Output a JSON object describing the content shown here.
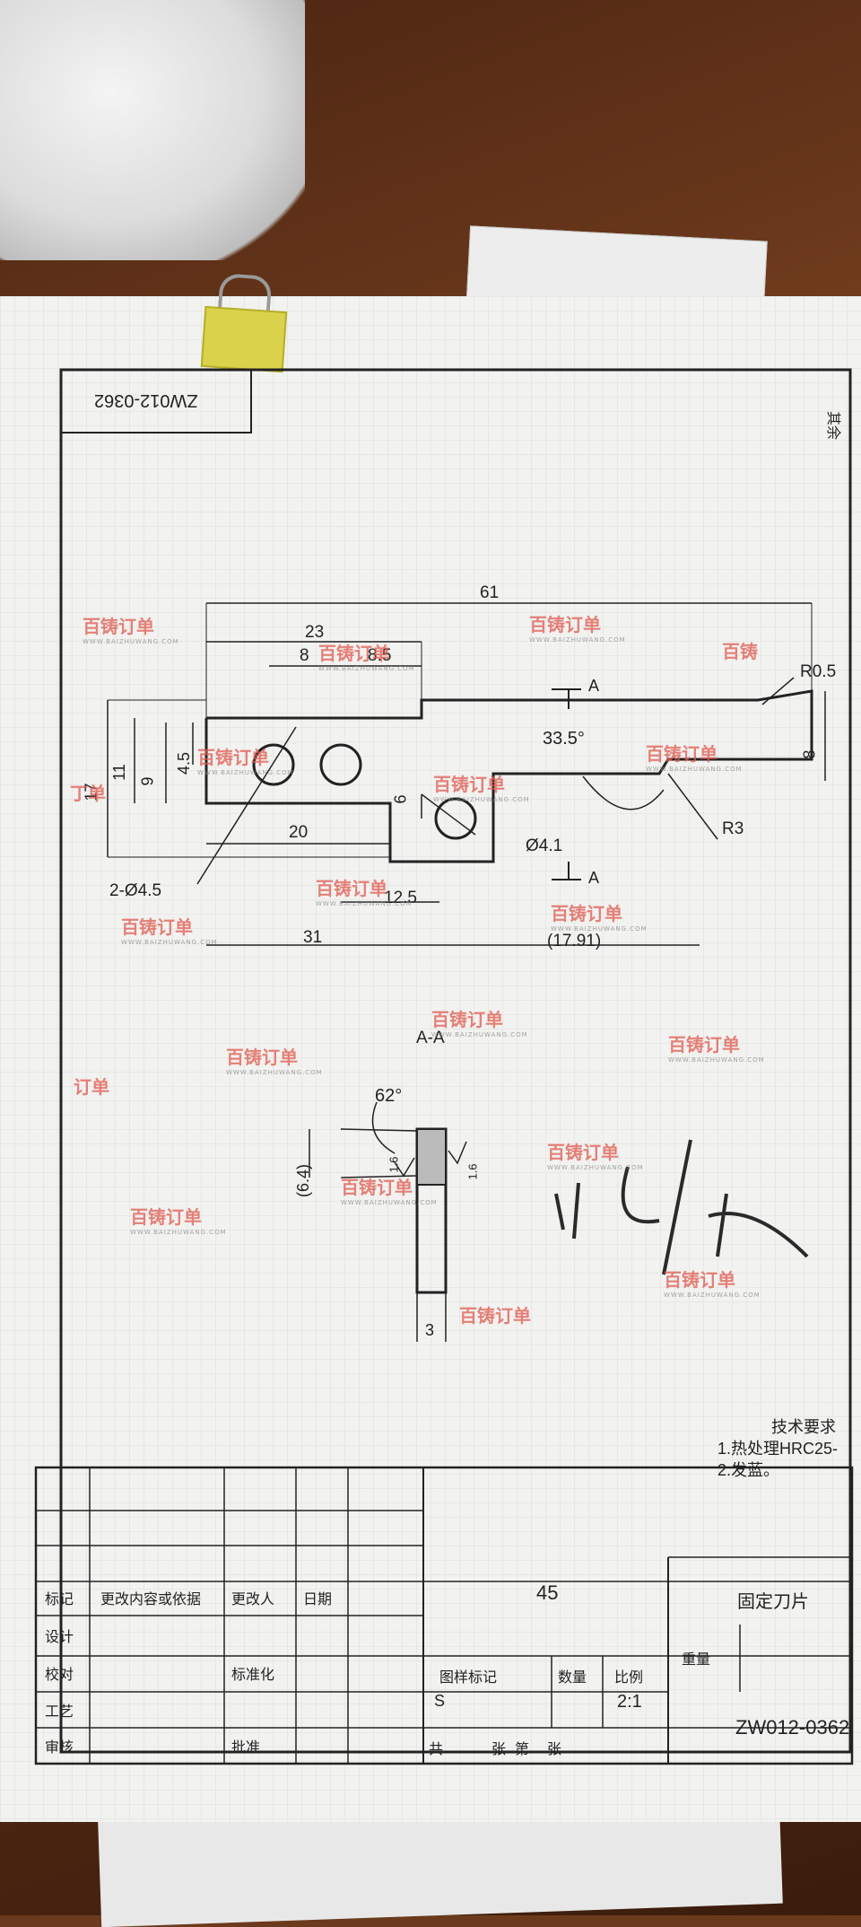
{
  "drawing_number": "ZW012-0362",
  "corner_note": "其余",
  "dimensions": {
    "d61": "61",
    "d23": "23",
    "d8": "8",
    "d8_5": "8.5",
    "d4_5": "4.5",
    "d9": "9",
    "d11": "11",
    "d17": "17",
    "d20": "20",
    "d6": "6",
    "d12_5": "12.5",
    "d31": "31",
    "d17_91": "(17.91)",
    "d8r": "8",
    "hole2": "2-Ø4.5",
    "hole1": "Ø4.1",
    "angle": "33.5°",
    "r05": "R0.5",
    "r3": "R3",
    "sec_a": "A",
    "sec_a2": "A"
  },
  "section": {
    "title": "A-A",
    "angle": "62°",
    "d6_4": "(6.4)",
    "d3": "3",
    "rough1": "1.6",
    "rough2": "1.6"
  },
  "tech_req": {
    "title": "技术要求",
    "item1": "1.热处理HRC25-",
    "item2": "2.发蓝。"
  },
  "title_block": {
    "material": "45",
    "part_name": "固定刀片",
    "scale": "2:1",
    "stage": "S",
    "code": "ZW012-0362",
    "h_mark": "标记",
    "h_change": "更改内容或依据",
    "h_person": "更改人",
    "h_date": "日期",
    "h_design": "设计",
    "h_check": "校对",
    "h_process": "工艺",
    "h_review": "审核",
    "h_std": "标准化",
    "h_approve": "批准",
    "h_stage": "图样标记",
    "h_qty": "数量",
    "h_ratio": "比例",
    "h_weight": "重量",
    "h_total": "共",
    "h_sheets": "张",
    "h_page": "第",
    "h_sheet2": "张"
  },
  "watermark": {
    "brand": "百铸订单",
    "url": "WWW.BAIZHUWANG.COM",
    "frag1": "订单",
    "frag2": "丁单",
    "frag3": "百铸"
  },
  "signature_color": "#2a2a2a"
}
